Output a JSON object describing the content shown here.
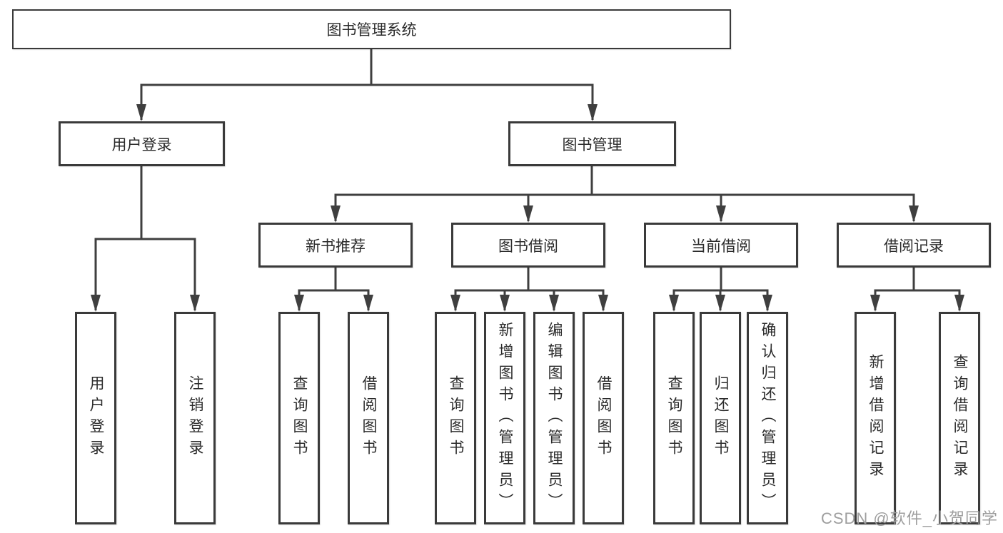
{
  "diagram": {
    "type": "tree",
    "root": {
      "label": "图书管理系统"
    },
    "level2": [
      {
        "label": "用户登录",
        "children": [
          "用户登录",
          "注销登录"
        ]
      },
      {
        "label": "图书管理",
        "children": [
          "新书推荐",
          "图书借阅",
          "当前借阅",
          "借阅记录"
        ]
      }
    ],
    "level3": [
      {
        "label": "新书推荐",
        "children": [
          "查询图书",
          "借阅图书"
        ]
      },
      {
        "label": "图书借阅",
        "children": [
          "查询图书",
          "新增图书（管理员）",
          "编辑图书（管理员）",
          "借阅图书"
        ]
      },
      {
        "label": "当前借阅",
        "children": [
          "查询图书",
          "归还图书",
          "确认归还（管理员）"
        ]
      },
      {
        "label": "借阅记录",
        "children": [
          "新增借阅记录",
          "查询借阅记录"
        ]
      }
    ],
    "leaves": [
      {
        "label": "用户登录"
      },
      {
        "label": "注销登录"
      },
      {
        "label": "查询图书"
      },
      {
        "label": "借阅图书"
      },
      {
        "label": "查询图书"
      },
      {
        "label": "新增图书（管理员）"
      },
      {
        "label": "编辑图书（管理员）"
      },
      {
        "label": "借阅图书"
      },
      {
        "label": "查询图书"
      },
      {
        "label": "归还图书"
      },
      {
        "label": "确认归还（管理员）"
      },
      {
        "label": "新增借阅记录"
      },
      {
        "label": "查询借阅记录"
      }
    ]
  },
  "watermark": "CSDN @软件_小贺同学",
  "colors": {
    "line": "#3f3f3f",
    "node_border": "#3a3a3a",
    "node_text": "#2b2b2b",
    "background": "#ffffff",
    "watermark": "#9e9e9e"
  }
}
